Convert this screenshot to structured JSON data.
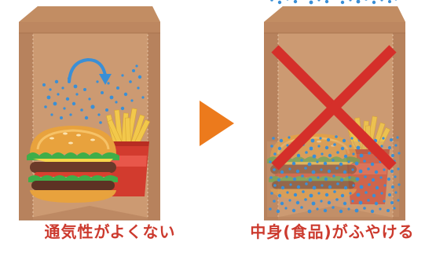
{
  "captions": {
    "left": "通気性がよくない",
    "right": "中身(食品)がふやける"
  },
  "panels": {
    "left": {
      "state": "vapor-trapped",
      "contents": [
        "hamburger-icon",
        "french-fries-icon"
      ],
      "indicator": "circular-arrow-icon"
    },
    "right": {
      "state": "contents-soggy",
      "contents": [
        "hamburger-icon",
        "french-fries-icon"
      ],
      "overlay": "cross-mark-icon"
    }
  },
  "transition": {
    "icon": "triangle-arrow-right-icon"
  },
  "colors": {
    "bag": "#cc9a72",
    "bag_dark": "#b7825d",
    "bag_fold": "#a9744f",
    "vapor": "#3a8fd6",
    "arrow": "#ec7a1c",
    "cross": "#d52f2a",
    "caption": "#cc3a2e",
    "fries_box": "#d23b2e",
    "bun": "#e8a23d",
    "patty": "#6b3a2a",
    "lettuce": "#3fae49",
    "fries": "#f2c84b"
  }
}
